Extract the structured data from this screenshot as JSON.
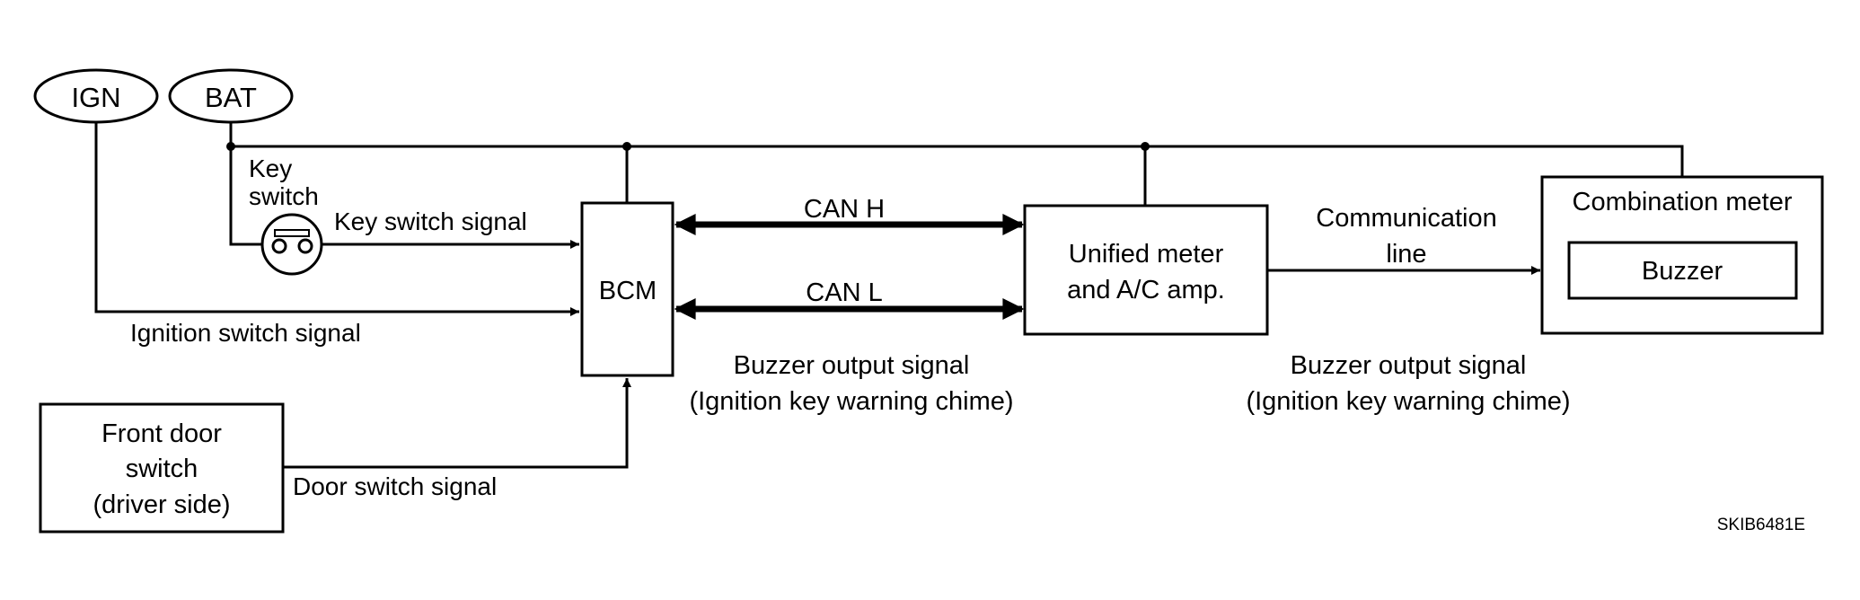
{
  "power": {
    "ign": "IGN",
    "bat": "BAT"
  },
  "key_switch": {
    "label_line1": "Key",
    "label_line2": "switch",
    "signal": "Key switch signal"
  },
  "ignition_signal": "Ignition switch signal",
  "bcm": "BCM",
  "can": {
    "high": "CAN H",
    "low": "CAN L"
  },
  "bcm_output": {
    "line1": "Buzzer output signal",
    "line2": "(Ignition key warning chime)"
  },
  "unified_meter": {
    "line1": "Unified meter",
    "line2": "and A/C amp."
  },
  "communication": {
    "line1": "Communication",
    "line2": "line"
  },
  "meter_output": {
    "line1": "Buzzer output signal",
    "line2": "(Ignition key warning chime)"
  },
  "combination_meter": {
    "title": "Combination meter",
    "buzzer": "Buzzer"
  },
  "front_door": {
    "line1": "Front door",
    "line2": "switch",
    "line3": "(driver side)",
    "signal": "Door switch signal"
  },
  "figure_code": "SKIB6481E"
}
